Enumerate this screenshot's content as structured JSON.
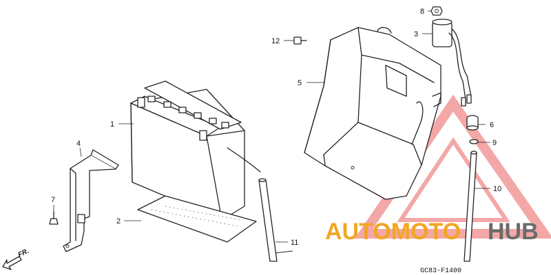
{
  "callouts": [
    {
      "id": "1",
      "label": "1"
    },
    {
      "id": "2",
      "label": "2"
    },
    {
      "id": "3",
      "label": "3"
    },
    {
      "id": "4",
      "label": "4"
    },
    {
      "id": "5",
      "label": "5"
    },
    {
      "id": "6",
      "label": "6"
    },
    {
      "id": "7",
      "label": "7"
    },
    {
      "id": "8",
      "label": "8"
    },
    {
      "id": "9",
      "label": "9"
    },
    {
      "id": "10",
      "label": "10"
    },
    {
      "id": "11",
      "label": "11"
    },
    {
      "id": "12",
      "label": "12"
    }
  ],
  "watermark": {
    "part1": "AUTOMOTO",
    "part2": "HUB",
    "color_primary": "#f2a623",
    "color_secondary": "#6b6b6b",
    "triangle_color": "#f08a8a"
  },
  "diagram_code": "GC83-F1400",
  "front_marker": "FR."
}
